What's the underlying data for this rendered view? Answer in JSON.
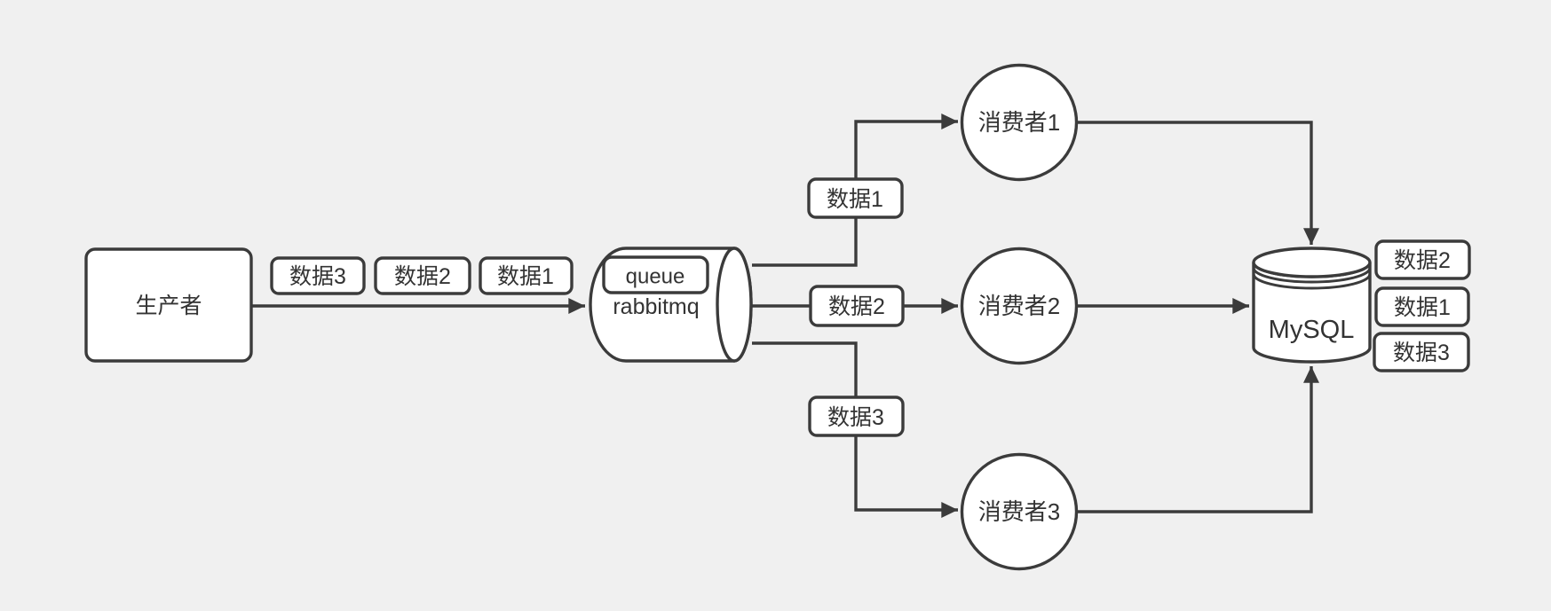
{
  "colors": {
    "background": "#f0f0f0",
    "stroke": "#3b3b3b",
    "node_fill": "#ffffff",
    "text": "#333333"
  },
  "nodes": {
    "producer": "生产者",
    "queue_title": "queue",
    "queue_subtitle": "rabbitmq",
    "consumer1": "消费者1",
    "consumer2": "消费者2",
    "consumer3": "消费者3",
    "database": "MySQL"
  },
  "producer_stream_labels": [
    "数据3",
    "数据2",
    "数据1"
  ],
  "queue_branch_labels": [
    "数据1",
    "数据2",
    "数据3"
  ],
  "database_result_labels": [
    "数据2",
    "数据1",
    "数据3"
  ]
}
